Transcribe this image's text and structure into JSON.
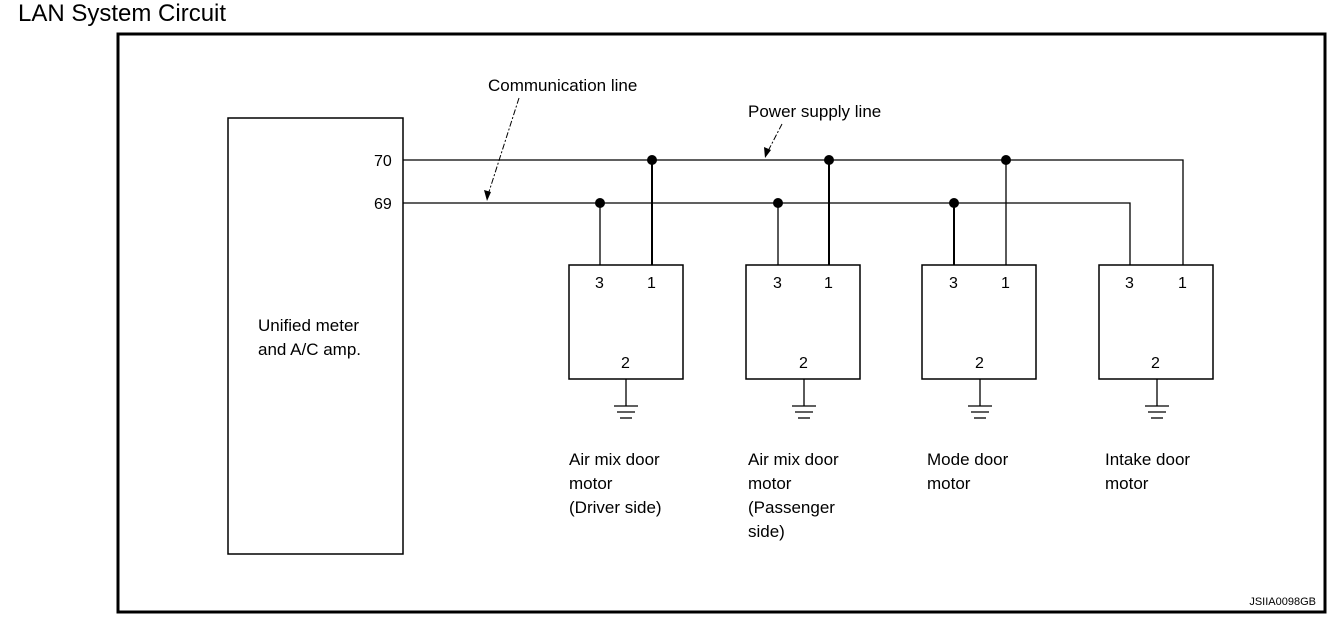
{
  "title": "LAN System Circuit",
  "amp": {
    "label_lines": [
      "Unified meter",
      "and A/C amp."
    ],
    "pin_power": "70",
    "pin_comm": "69"
  },
  "callouts": {
    "communication_line": "Communication line",
    "power_supply_line": "Power supply line"
  },
  "motors": [
    {
      "pins": [
        "3",
        "1",
        "2"
      ],
      "label_lines": [
        "Air mix door",
        "motor",
        "(Driver side)"
      ]
    },
    {
      "pins": [
        "3",
        "1",
        "2"
      ],
      "label_lines": [
        "Air mix door",
        "motor",
        "(Passenger",
        "side)"
      ]
    },
    {
      "pins": [
        "3",
        "1",
        "2"
      ],
      "label_lines": [
        "Mode door",
        "motor"
      ]
    },
    {
      "pins": [
        "3",
        "1",
        "2"
      ],
      "label_lines": [
        "Intake door",
        "motor"
      ]
    }
  ],
  "diagram_code": "JSIIA0098GB"
}
